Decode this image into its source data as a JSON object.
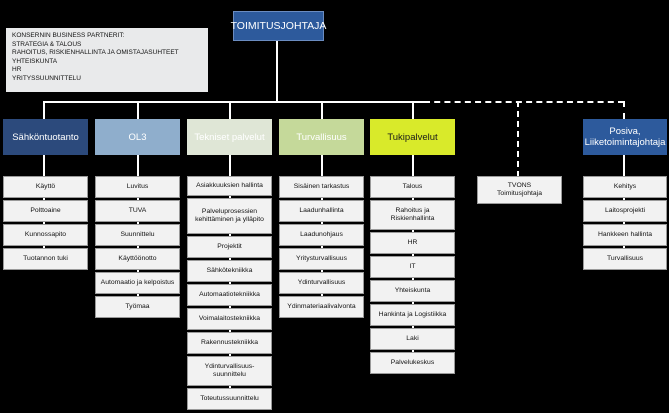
{
  "ceo": {
    "label": "TOIMITUSJOHTAJA"
  },
  "partners": {
    "title": "KONSERNIN BUSINESS PARTNERIT:",
    "items": [
      "STRATEGIA & TALOUS",
      "RAHOITUS, RISKIENHALLINTA JA OMISTAJASUHTEET",
      "YHTEISKUNTA",
      "HR",
      "YRITYSSUUNNITTELU"
    ]
  },
  "colors": {
    "ceo": "#2d5a9c",
    "sahkontuotanto": "#2c4a7c",
    "ol3": "#8faecc",
    "tekniset": "#dfe6d6",
    "turvallisuus": "#c5d99a",
    "tukipalvelut": "#d9ea2a",
    "posiva": "#2d5a9c"
  },
  "units": [
    {
      "name": "Sähköntuotanto",
      "items": [
        "Käyttö",
        "Polttoaine",
        "Kunnossapito",
        "Tuotannon tuki"
      ]
    },
    {
      "name": "OL3",
      "items": [
        "Luvitus",
        "TUVA",
        "Suunnittelu",
        "Käyttöönotto",
        "Automaatio ja kelpoistus",
        "Työmaa"
      ]
    },
    {
      "name": "Tekniset palvelut",
      "items": [
        "Asiakkuuksien hallinta",
        "Palveluprosessien kehittäminen ja ylläpito",
        "Projektit",
        "Sähkötekniikka",
        "Automaatiotekniikka",
        "Voimalaitostekniikka",
        "Rakennustekniikka",
        "Ydinturvallisuus-suunnittelu",
        "Toteutussuunnittelu"
      ]
    },
    {
      "name": "Turvallisuus",
      "items": [
        "Sisäinen tarkastus",
        "Laadunhallinta",
        "Laadunohjaus",
        "Yritysturvallisuus",
        "Ydinturvallisuus",
        "Ydinmateriaalivalvonta"
      ]
    },
    {
      "name": "Tukipalvelut",
      "items": [
        "Talous",
        "Rahoitus ja Riskienhallinta",
        "HR",
        "IT",
        "Yhteiskunta",
        "Hankinta ja Logistiikka",
        "Laki",
        "Palvelukeskus"
      ]
    },
    {
      "name": "Posiva, Liiketoimintajohtaja",
      "items": [
        "Kehitys",
        "Laitosprojekti",
        "Hankkeen hallinta",
        "Turvallisuus"
      ]
    }
  ],
  "tvons": {
    "line1": "TVONS",
    "line2": "Toimitusjohtaja"
  }
}
